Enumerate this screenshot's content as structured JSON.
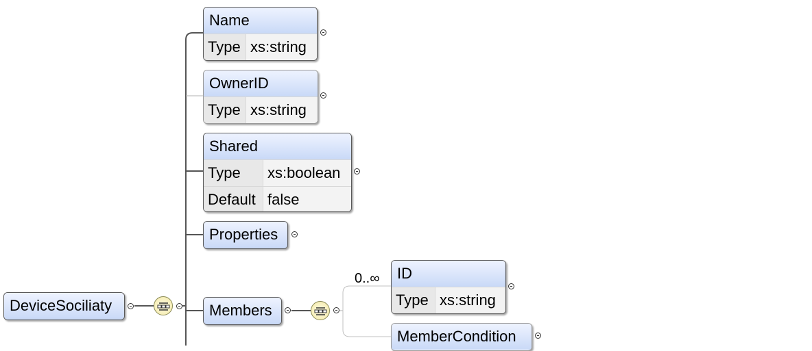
{
  "root": {
    "label": "DeviceSociliaty"
  },
  "elements": {
    "name": {
      "label": "Name",
      "props": [
        {
          "key": "Type",
          "value": "xs:string"
        }
      ]
    },
    "ownerid": {
      "label": "OwnerID",
      "props": [
        {
          "key": "Type",
          "value": "xs:string"
        }
      ]
    },
    "shared": {
      "label": "Shared",
      "props": [
        {
          "key": "Type",
          "value": "xs:boolean"
        },
        {
          "key": "Default",
          "value": "false"
        }
      ]
    },
    "properties": {
      "label": "Properties"
    },
    "members": {
      "label": "Members"
    },
    "id": {
      "label": "ID",
      "props": [
        {
          "key": "Type",
          "value": "xs:string"
        }
      ]
    },
    "membercondition": {
      "label": "MemberCondition"
    }
  },
  "multiplicity": {
    "members_choice": "0..∞"
  },
  "colors": {
    "header_start": "#eef3ff",
    "header_end": "#c9d9f7",
    "sequence_fill": "#f3e9a8",
    "line": "#555555"
  }
}
